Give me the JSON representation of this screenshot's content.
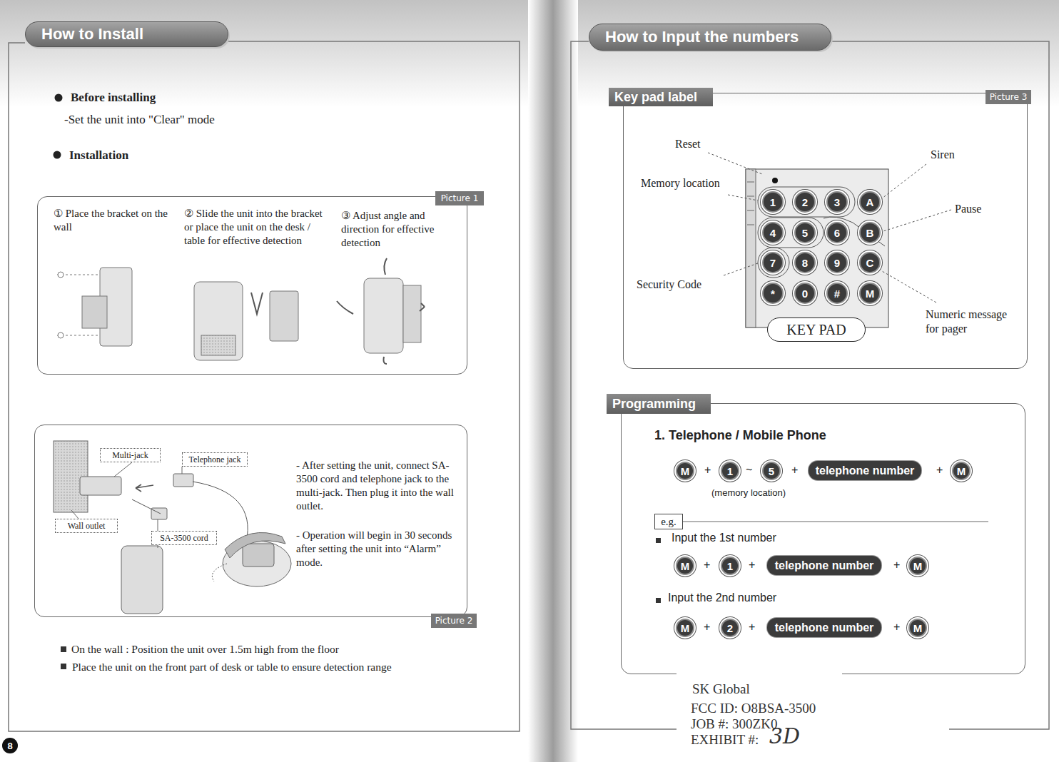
{
  "diagram": {
    "nodes": [
      {
        "text": [
          "How to Install"
        ]
      },
      {
        "text": [
          "① Place the bracket on the wall",
          "② Slide the unit into the bracket or place the unit on the desk / table for effective detection",
          "③ Adjust angle and direction for effective detection"
        ]
      },
      {
        "text": [
          "Picture 1"
        ],
        "in": 1
      },
      {
        "text": [
          "- After setting the unit, connect SA-3500 cord and telephone jack to the multi-jack. Then plug it into the wall outlet.",
          "- Operation will begin in 30 seconds after setting the unit into “Alarm” mode."
        ]
      },
      {
        "text": [
          "Picture 2"
        ],
        "in": 3
      },
      {
        "text": [
          "Multi-jack"
        ],
        "in": 3
      },
      {
        "text": [
          "Telephone jack"
        ],
        "in": 3
      },
      {
        "text": [
          "Wall outlet"
        ],
        "in": 3
      },
      {
        "text": [
          "SA-3500 cord"
        ],
        "in": 3
      },
      {
        "text": [
          "8"
        ]
      },
      {
        "text": [
          "How to Input the numbers"
        ]
      },
      {
        "text": [
          "Key pad label"
        ]
      },
      {
        "text": [
          "Picture 3"
        ],
        "in": 11
      },
      {
        "text": [
          "1"
        ],
        "in": 11
      },
      {
        "text": [
          "2"
        ],
        "in": 11
      },
      {
        "text": [
          "3"
        ],
        "in": 11
      },
      {
        "text": [
          "A"
        ],
        "in": 11
      },
      {
        "text": [
          "4"
        ],
        "in": 11
      },
      {
        "text": [
          "5"
        ],
        "in": 11
      },
      {
        "text": [
          "6"
        ],
        "in": 11
      },
      {
        "text": [
          "B"
        ],
        "in": 11
      },
      {
        "text": [
          "7"
        ],
        "in": 11
      },
      {
        "text": [
          "8"
        ],
        "in": 11
      },
      {
        "text": [
          "9"
        ],
        "in": 11
      },
      {
        "text": [
          "C"
        ],
        "in": 11
      },
      {
        "text": [
          "*"
        ],
        "in": 11
      },
      {
        "text": [
          "0"
        ],
        "in": 11
      },
      {
        "text": [
          "#"
        ],
        "in": 11
      },
      {
        "text": [
          "M"
        ],
        "in": 11
      },
      {
        "text": [
          "KEY PAD"
        ],
        "in": 11
      },
      {
        "text": [
          "Programming",
          "1. Telephone / Mobile Phone"
        ]
      },
      {
        "text": [
          "M"
        ],
        "in": 30
      },
      {
        "text": [
          "1"
        ],
        "in": 30
      },
      {
        "text": [
          "5"
        ],
        "in": 30
      },
      {
        "text": [
          "telephone number"
        ],
        "in": 30
      },
      {
        "text": [
          "M"
        ],
        "in": 30
      },
      {
        "text": [
          "e.g."
        ],
        "in": 30
      },
      {
        "text": [
          "M"
        ],
        "in": 30
      },
      {
        "text": [
          "1"
        ],
        "in": 30
      },
      {
        "text": [
          "telephone number"
        ],
        "in": 30
      },
      {
        "text": [
          "M"
        ],
        "in": 30
      },
      {
        "text": [
          "M"
        ],
        "in": 30
      },
      {
        "text": [
          "2"
        ],
        "in": 30
      },
      {
        "text": [
          "telephone number"
        ],
        "in": 30
      },
      {
        "text": [
          "M"
        ],
        "in": 30
      },
      {
        "text": [
          "SK Global",
          "FCC ID: O8BSA-3500",
          "JOB #: 300ZK0",
          "EXHIBIT #:",
          "3D"
        ]
      }
    ],
    "labels": [
      "Before installing",
      "-Set the unit into \"Clear\" mode",
      "Installation",
      "On the wall : Position the unit over 1.5m high from the floor",
      "Place the unit on the front part of desk or table to ensure detection range",
      "Reset",
      "Memory location",
      "Security Code",
      "Siren",
      "Pause",
      "Numeric message for pager",
      "+",
      "~",
      "+",
      "+",
      "(memory location)",
      "Input the 1st number",
      "+",
      "+",
      "+",
      "Input the 2nd number",
      "+",
      "+",
      "+"
    ]
  }
}
